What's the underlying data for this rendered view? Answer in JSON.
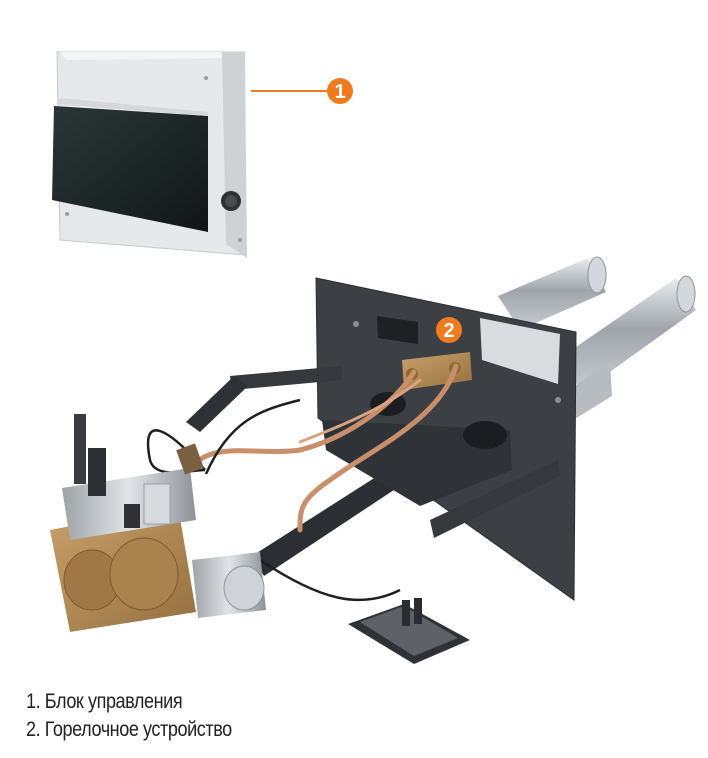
{
  "callouts": [
    {
      "number": "1",
      "target": "control-box"
    },
    {
      "number": "2",
      "target": "burner-device"
    }
  ],
  "legend": [
    "1. Блок управления",
    "2. Горелочное устройство"
  ],
  "colors": {
    "callout": "#f07a1e",
    "frame": "#3c3f44",
    "brass": "#b58a52",
    "copper": "#c98f6b",
    "steel": "#b9bdc2",
    "box": "#e4e6e8"
  }
}
